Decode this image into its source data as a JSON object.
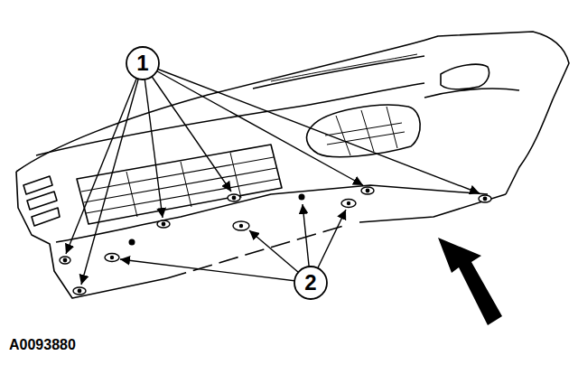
{
  "diagram": {
    "nodes": [
      {
        "text": [
          "1"
        ]
      },
      {
        "text": [
          "2"
        ]
      }
    ],
    "labels": [
      "A0093880"
    ]
  }
}
